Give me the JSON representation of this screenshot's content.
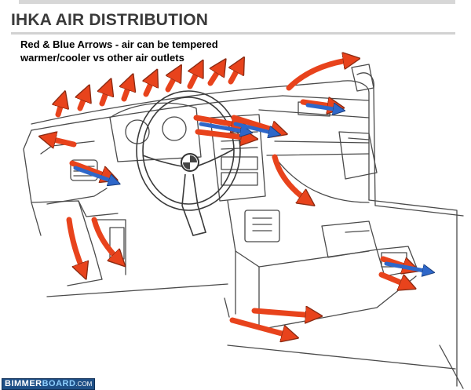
{
  "header": {
    "title": "IHKA AIR DISTRIBUTION",
    "subtitle_line1": "Red & Blue Arrows - air can be tempered",
    "subtitle_line2": "warmer/cooler vs other air outlets"
  },
  "watermark": {
    "brand_part1": "BIMMER",
    "brand_part2": "BOARD",
    "domain": ".COM"
  },
  "colors": {
    "warm_arrow": "#e8431c",
    "cool_arrow": "#2e67c9",
    "line_art": "#4a4a4a",
    "title": "#3a3a3a",
    "watermark_bg": "#1e4f86"
  },
  "icons": [
    "red-arrow-icon",
    "blue-arrow-icon",
    "bmw-roundel-icon"
  ]
}
